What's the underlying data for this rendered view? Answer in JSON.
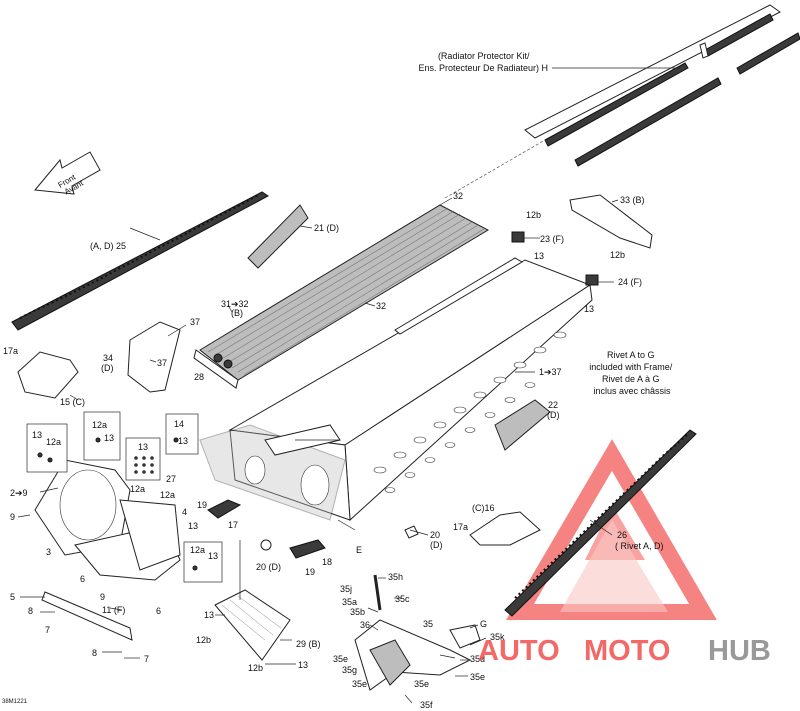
{
  "diagram_code": "38M1221",
  "radiator_note": [
    "(Radiator Protector Kit/",
    "Ens. Protecteur De Radiateur)  H"
  ],
  "rivet_note": [
    "Rivet A to G",
    "included with Frame/",
    "Rivet de A à G",
    "inclus avec châssis"
  ],
  "front_label": [
    "Front",
    "Avant"
  ],
  "watermark": {
    "word_a": "AUTO",
    "word_b": "MOTO",
    "word_c": "HUB",
    "color_red": "#f0504d",
    "color_gray": "#8f8f8f"
  },
  "labels": {
    "l_32_top": "32",
    "l_33": "33 (B)",
    "l_21": "21 (D)",
    "l_12b_a": "12b",
    "l_23": "23 (F)",
    "l_13_a": "13",
    "l_12b_b": "12b",
    "l_24": "24 (F)",
    "l_13_b": "13",
    "l_25": "(A, D) 25",
    "l_31": "31➔32",
    "l_31b": "(B)",
    "l_32_mid": "32",
    "l_37_a": "37",
    "l_34": "34",
    "l_34d": "(D)",
    "l_37_b": "37",
    "l_28": "28",
    "l_1_37": "1➔37",
    "l_17a": "17a",
    "l_15": "15 (C)",
    "l_22": "22",
    "l_22d": "(D)",
    "l_13_c": "13",
    "l_12a_c": "12a",
    "l_12a_d": "12a",
    "l_13_d": "13",
    "l_14": "14",
    "l_13_e": "13",
    "l_13_f": "13",
    "l_12a_f": "12a",
    "l_27": "27",
    "l_2_9": "2➔9",
    "l_12a_g": "12a",
    "l_4": "4",
    "l_13_g": "13",
    "l_9_a": "9",
    "l_19_a": "19",
    "l_17": "17",
    "l_16": "(C)16",
    "l_17a_b": "17a",
    "l_20_a": "20",
    "l_20d": "(D)",
    "l_26": "26",
    "l_26b": "( Rivet A, D)",
    "l_e": "E",
    "l_3": "3",
    "l_12a_h": "12a",
    "l_13_h": "13",
    "l_20_b": "20 (D)",
    "l_19_b": "19",
    "l_18": "18",
    "l_6_a": "6",
    "l_9_b": "9",
    "l_5": "5",
    "l_11": "11 (F)",
    "l_6_b": "6",
    "l_8_a": "8",
    "l_7_a": "7",
    "l_13_i": "13",
    "l_12b_c": "12b",
    "l_12b_d": "12b",
    "l_13_j": "13",
    "l_29": "29 (B)",
    "l_8_b": "8",
    "l_7_b": "7",
    "l_35h": "35h",
    "l_35j": "35j",
    "l_35a": "35a",
    "l_35c": "35c",
    "l_35b": "35b",
    "l_36": "36",
    "l_35": "35",
    "l_35e_a": "35e",
    "l_35g": "35g",
    "l_35e_b": "35e",
    "l_35e_c": "35e",
    "l_35f": "35f",
    "l_g": "G",
    "l_35k": "35k",
    "l_35d": "35d",
    "l_35e_d": "35e"
  }
}
